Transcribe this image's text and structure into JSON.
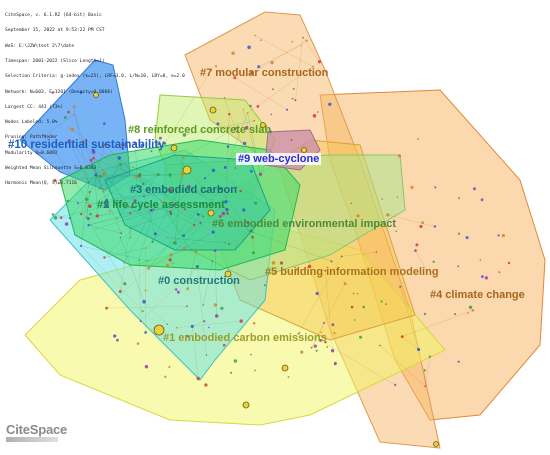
{
  "header": {
    "lines": [
      "CiteSpace, v. 6.1.R2 (64-bit) Basic",
      "September 15, 2022 at 9:53:22 PM CST",
      "WoS: E:\\JZW\\test 2\\7\\date",
      "Timespan: 2001-2022 (Slice Length=1)",
      "Selection Criteria: g-index (k=25), LRF=3.0, L/N=10, LBY=8, e=2.0",
      "Network: N=603, E=1201 (Density=0.0066)",
      "Largest CC: 443 (73%)",
      "Nodes Labeled: 5.0%",
      "Pruning: Pathfinder",
      "Modularity Q=0.6092",
      "Weighted Mean Silhouette S=0.8383",
      "Harmonic Mean(Q, S)=0.7116"
    ]
  },
  "clusters": [
    {
      "id": 0,
      "label": "#0 construction",
      "color": "#5ee0e8",
      "text_color": "#1f7a7a"
    },
    {
      "id": 1,
      "label": "#1 embodied carbon emissions",
      "color": "#f2f560",
      "text_color": "#9c9c2a"
    },
    {
      "id": 2,
      "label": "#2 life cycle assessment",
      "color": "#39d96a",
      "text_color": "#1e8a3c"
    },
    {
      "id": 3,
      "label": "#3 embodied carbon",
      "color": "#2fc5a0",
      "text_color": "#1a6f7a"
    },
    {
      "id": 4,
      "label": "#4 climate change",
      "color": "#f7a94a",
      "text_color": "#a8651e"
    },
    {
      "id": 5,
      "label": "#5 building information modeling",
      "color": "#f7c34a",
      "text_color": "#a8731e"
    },
    {
      "id": 6,
      "label": "#6 embodied environmental impact",
      "color": "#a7e68c",
      "text_color": "#4e8a3a"
    },
    {
      "id": 7,
      "label": "#7 modular construction",
      "color": "#f7b76a",
      "text_color": "#a8651e"
    },
    {
      "id": 8,
      "label": "#8 reinforced concrete slab",
      "color": "#b7ea5e",
      "text_color": "#5e9a20"
    },
    {
      "id": 9,
      "label": "#9 web-cyclone",
      "color": "#c98ca8",
      "text_color": "#2b2bd8"
    },
    {
      "id": 10,
      "label": "#10 residential sustainability",
      "color": "#4a9af2",
      "text_color": "#1e5fbf"
    }
  ],
  "logo": "CiteSpace"
}
